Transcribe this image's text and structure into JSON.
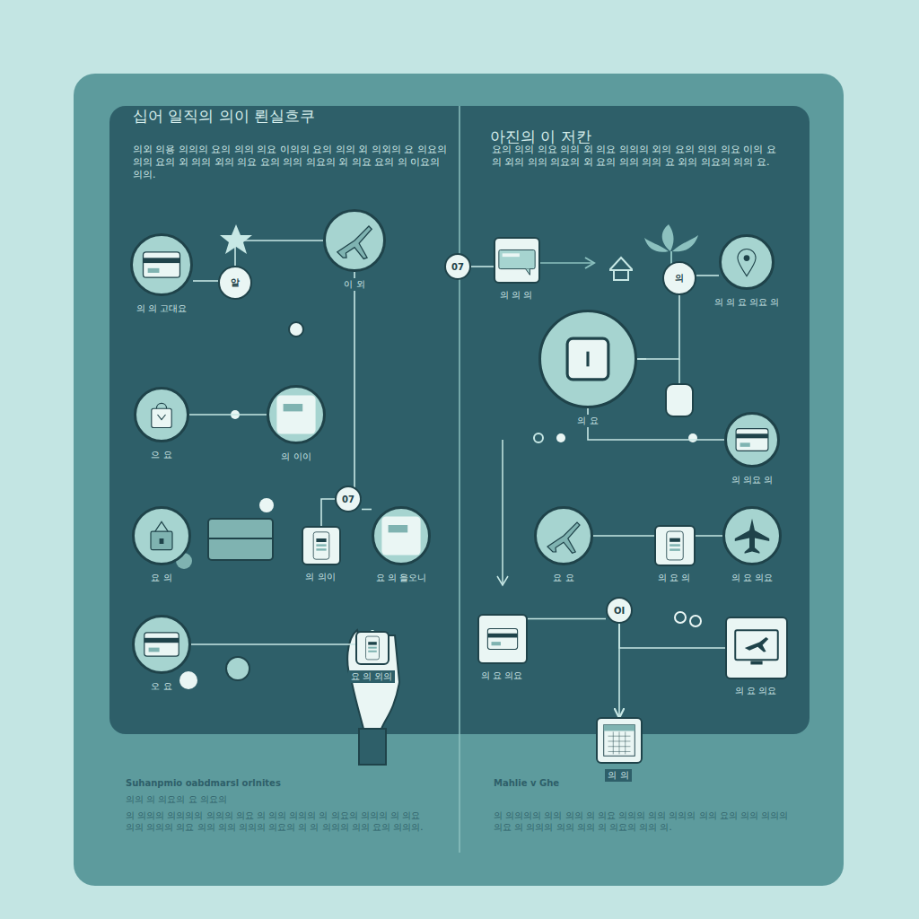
{
  "diagram": {
    "title": "십어 일직의 의이 뢴실흐쿠",
    "nodes": [
      {
        "text": [
          "의 의 고대요"
        ]
      },
      {
        "text": [
          "알"
        ]
      },
      {
        "text": [
          "이 외"
        ]
      },
      {
        "text": [
          "07"
        ]
      },
      {
        "text": [
          "의 의 의"
        ]
      },
      {
        "text": [
          "으 요"
        ]
      },
      {
        "text": [
          "의 이이"
        ]
      },
      {
        "text": [
          "요 의"
        ]
      },
      {
        "text": [
          "의 의이"
        ]
      },
      {
        "text": [
          "요 의 을오니"
        ]
      },
      {
        "text": [
          "오 요"
        ]
      },
      {
        "text": [
          "요 의 외의"
        ]
      },
      {
        "text": [
          "07"
        ]
      },
      {
        "text": [
          "의 요"
        ]
      },
      {
        "text": [
          "의 의 요 의요 의"
        ]
      },
      {
        "text": [
          "의"
        ]
      },
      {
        "text": [
          "의 의요 의"
        ]
      },
      {
        "text": [
          "요 요"
        ]
      },
      {
        "text": [
          "의 요 의요"
        ]
      },
      {
        "text": [
          "의 요 의"
        ]
      },
      {
        "text": [
          "의 요 의요"
        ]
      },
      {
        "text": [
          "OI"
        ]
      },
      {
        "text": [
          "의 요 의요"
        ]
      },
      {
        "text": [
          "의 의"
        ]
      }
    ],
    "edges": [
      {
        "from": 0,
        "to": 1,
        "arrow": "none"
      },
      {
        "from": 1,
        "to": 2,
        "arrow": "none"
      },
      {
        "from": 5,
        "to": 6,
        "arrow": "none"
      },
      {
        "from": 2,
        "to": 12,
        "arrow": "none"
      },
      {
        "from": 12,
        "to": 8,
        "arrow": "none"
      },
      {
        "from": 12,
        "to": 9,
        "arrow": "none"
      },
      {
        "from": 10,
        "to": 11,
        "arrow": "to"
      },
      {
        "from": 3,
        "to": 4,
        "arrow": "none"
      },
      {
        "from": 13,
        "to": 15,
        "arrow": "none"
      },
      {
        "from": 15,
        "to": 14,
        "arrow": "none"
      },
      {
        "from": 13,
        "to": 16,
        "arrow": "none"
      },
      {
        "from": 17,
        "to": 18,
        "arrow": "none"
      },
      {
        "from": 21,
        "to": 20,
        "arrow": "none"
      },
      {
        "from": 21,
        "to": 22,
        "arrow": "none"
      },
      {
        "from": 21,
        "to": 23,
        "arrow": "to"
      }
    ],
    "labels": [
      "아진의 이 저칸",
      "의외 의용 의의의 요의 의의 의요 이의의 요의 의의 외 의외의 요 의요의 의의 요의 외 의의 외의 의요 요의 의의 의요의 외 의요 요의 의 이요의 의의.",
      "요의 의의 의요 의의 외 의요 의의의 외의 요의 의의 의요 이의 요의 외의 의의 의요의 외 요의 의의 의의 요 외의 의요의 의의 요.",
      "Suhanpmio oabdmarsl orlnites",
      "의의 의 의요의 요 의요의",
      "의 의의의 의의의의 의의의 의요 의 의의 의의의 의 의요의 의의의 의 의요 의의 의의의 의요 의의 의의 의의의 의요의 의 의 의의의 의의 요의 의의의.",
      "Mahlie v Ghe",
      "의 의의의의 의의 의의 의 의요 의의의 의의 의의의 의의 요의 의의 의의의 의요 의 의의의 의의 의의 의 의요의 의의 의."
    ]
  }
}
